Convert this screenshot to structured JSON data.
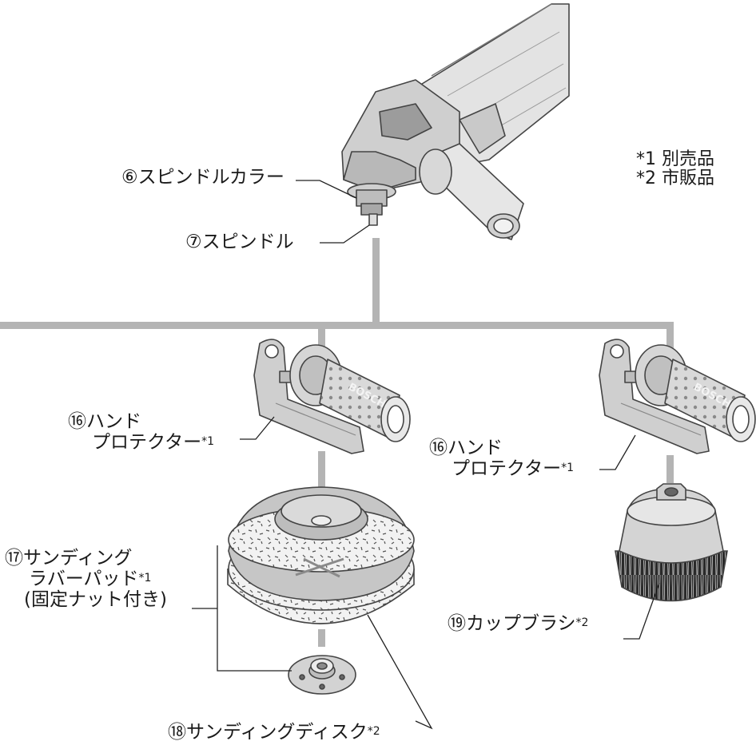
{
  "labels": {
    "spindle_collar": "⑥スピンドルカラー",
    "spindle": "⑦スピンドル",
    "hand_protector_left_1": "⑯ハンド",
    "hand_protector_left_2": "プロテクター",
    "hand_protector_left_note": "*1",
    "hand_protector_right_1": "⑯ハンド",
    "hand_protector_right_2": "プロテクター",
    "hand_protector_right_note": "*1",
    "rubber_pad_1": "⑰サンディング",
    "rubber_pad_2": "ラバーパッド",
    "rubber_pad_note": "*1",
    "rubber_pad_3": "(固定ナット付き)",
    "sanding_disc": "⑱サンディングディスク",
    "sanding_disc_note": "*2",
    "cup_brush": "⑲カップブラシ",
    "cup_brush_note": "*2"
  },
  "legend": {
    "item1": "*1 別売品",
    "item2": "*2 市販品"
  },
  "brand_text": "BOSCH"
}
